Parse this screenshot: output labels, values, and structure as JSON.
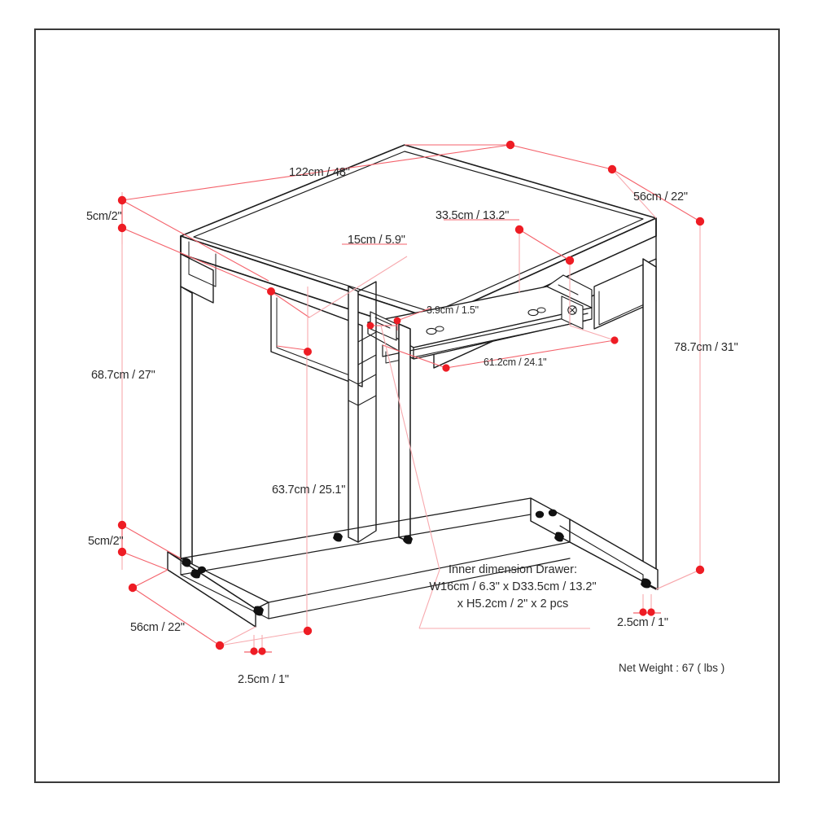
{
  "drawing": {
    "title": "Desk dimension drawing",
    "colors": {
      "outline": "#1c1c1c",
      "dimension_line": "#f4626b",
      "dimension_point": "#ee1c24",
      "text": "#2b2b2b",
      "border": "#3a3a3a",
      "background": "#ffffff"
    }
  },
  "dimensions": {
    "top_width": "122cm / 48\"",
    "top_depth": "56cm / 22\"",
    "top_thickness_left": "5cm/2\"",
    "drawer_front_height": "15cm / 5.9\"",
    "drawer_depth": "33.5cm / 13.2\"",
    "tray_thickness": "3.9cm / 1.5\"",
    "tray_width": "61.2cm / 24.1\"",
    "total_height": "78.7cm / 31\"",
    "height_to_apron": "68.7cm / 27\"",
    "clearance_height": "63.7cm / 25.1\"",
    "base_thickness": "5cm/2\"",
    "base_depth": "56cm / 22\"",
    "leg_width_left": "2.5cm / 1\"",
    "leg_width_right": "2.5cm / 1\""
  },
  "notes": {
    "inner_drawer_line1": "Inner dimension Drawer:",
    "inner_drawer_line2": "W16cm / 6.3\" x D33.5cm / 13.2\"",
    "inner_drawer_line3": "x H5.2cm / 2\" x 2 pcs",
    "net_weight": "Net Weight : 67 ( lbs )"
  }
}
